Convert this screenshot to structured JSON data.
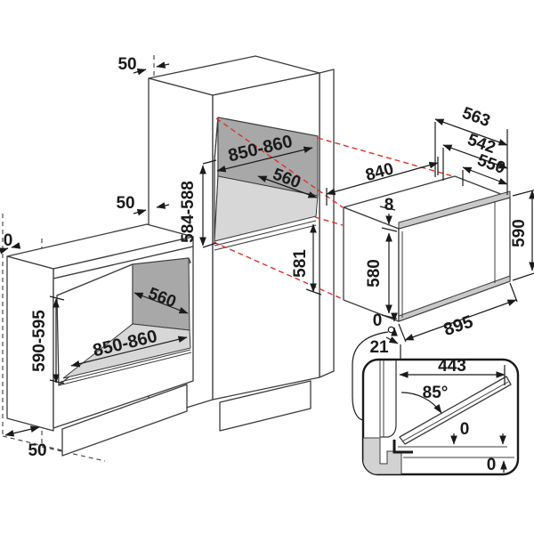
{
  "labels": {
    "wall_gap_top": "50",
    "wall_gap_mid": "50",
    "base_wall_gap": "0",
    "base_niche_height": "590-595",
    "base_niche_width": "850-860",
    "base_niche_depth": "560",
    "base_bottom_gap": "50",
    "tall_niche_height": "584-588",
    "tall_niche_width": "850-860",
    "tall_niche_depth": "560",
    "tall_below_niche": "581",
    "app_rear_width": "840",
    "depth_total": "563",
    "depth_mid": "542",
    "depth_body": "550",
    "app_top_frame": "8",
    "app_body_height": "580",
    "app_front_height": "590",
    "app_bottom_gap": "0",
    "app_offset": "21",
    "app_front_width": "895",
    "door_length": "443",
    "door_angle": "85°",
    "door_gap": "0",
    "floor_gap": "0"
  },
  "colors": {
    "line": "#3c3c3c",
    "dim": "#1a1a1a",
    "red": "#e03127",
    "niche_back": "#a8a8a8",
    "niche_shelf": "#d7d7d7",
    "inset_gray": "#d2d2d2",
    "metal": "#c9c9c9"
  }
}
